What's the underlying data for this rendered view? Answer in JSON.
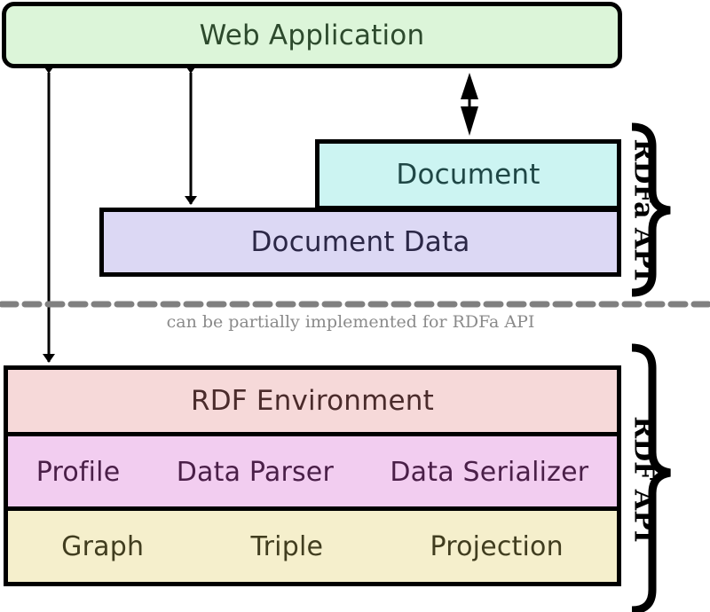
{
  "diagram": {
    "web_application": "Web Application",
    "document": "Document",
    "document_data": "Document Data",
    "divider_note": "can be partially implemented for RDFa API",
    "rdf_environment": "RDF Environment",
    "middle_row": [
      "Profile",
      "Data Parser",
      "Data Serializer"
    ],
    "bottom_row": [
      "Graph",
      "Triple",
      "Projection"
    ],
    "group_labels": {
      "rdfa_api": "RDFa API",
      "rdf_api": "RDF API"
    },
    "colors": {
      "web_application": "#dcf5d9",
      "document": "#ccf4f2",
      "document_data": "#dcd8f4",
      "rdf_environment": "#f6d9d9",
      "middle_row": "#f2cdf0",
      "bottom_row": "#f5efcc",
      "divider": "#808080"
    }
  }
}
